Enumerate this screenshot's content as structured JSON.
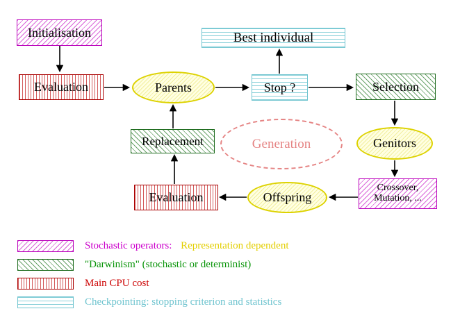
{
  "diagram": {
    "nodes": {
      "initialisation": "Initialisation",
      "evaluation_top": "Evaluation",
      "parents": "Parents",
      "best_individual": "Best individual",
      "stop": "Stop ?",
      "selection": "Selection",
      "genitors": "Genitors",
      "crossover_line1": "Crossover,",
      "crossover_line2": "Mutation, ...",
      "offspring": "Offspring",
      "evaluation_bottom": "Evaluation",
      "replacement": "Replacement",
      "generation": "Generation"
    }
  },
  "legend": {
    "items": [
      {
        "name": "stochastic-operators",
        "label": "Stochastic operators:",
        "label_suffix": "Representation dependent"
      },
      {
        "name": "darwinism",
        "label": "\"Darwinism\" (stochastic or determinist)"
      },
      {
        "name": "main-cpu-cost",
        "label": "Main CPU cost"
      },
      {
        "name": "checkpointing",
        "label": "Checkpointing: stopping criterion and statistics"
      }
    ]
  },
  "colors": {
    "stochastic_magenta": "#cc00cc",
    "representation_yellow": "#e3cf00",
    "darwinism_green": "#089408",
    "cpu_red": "#cc0000",
    "checkpoint_cyan": "#6fc4cf",
    "generation_salmon": "#e58484",
    "ellipse_yellow": "#ddd200",
    "arrow_black": "#000000"
  }
}
